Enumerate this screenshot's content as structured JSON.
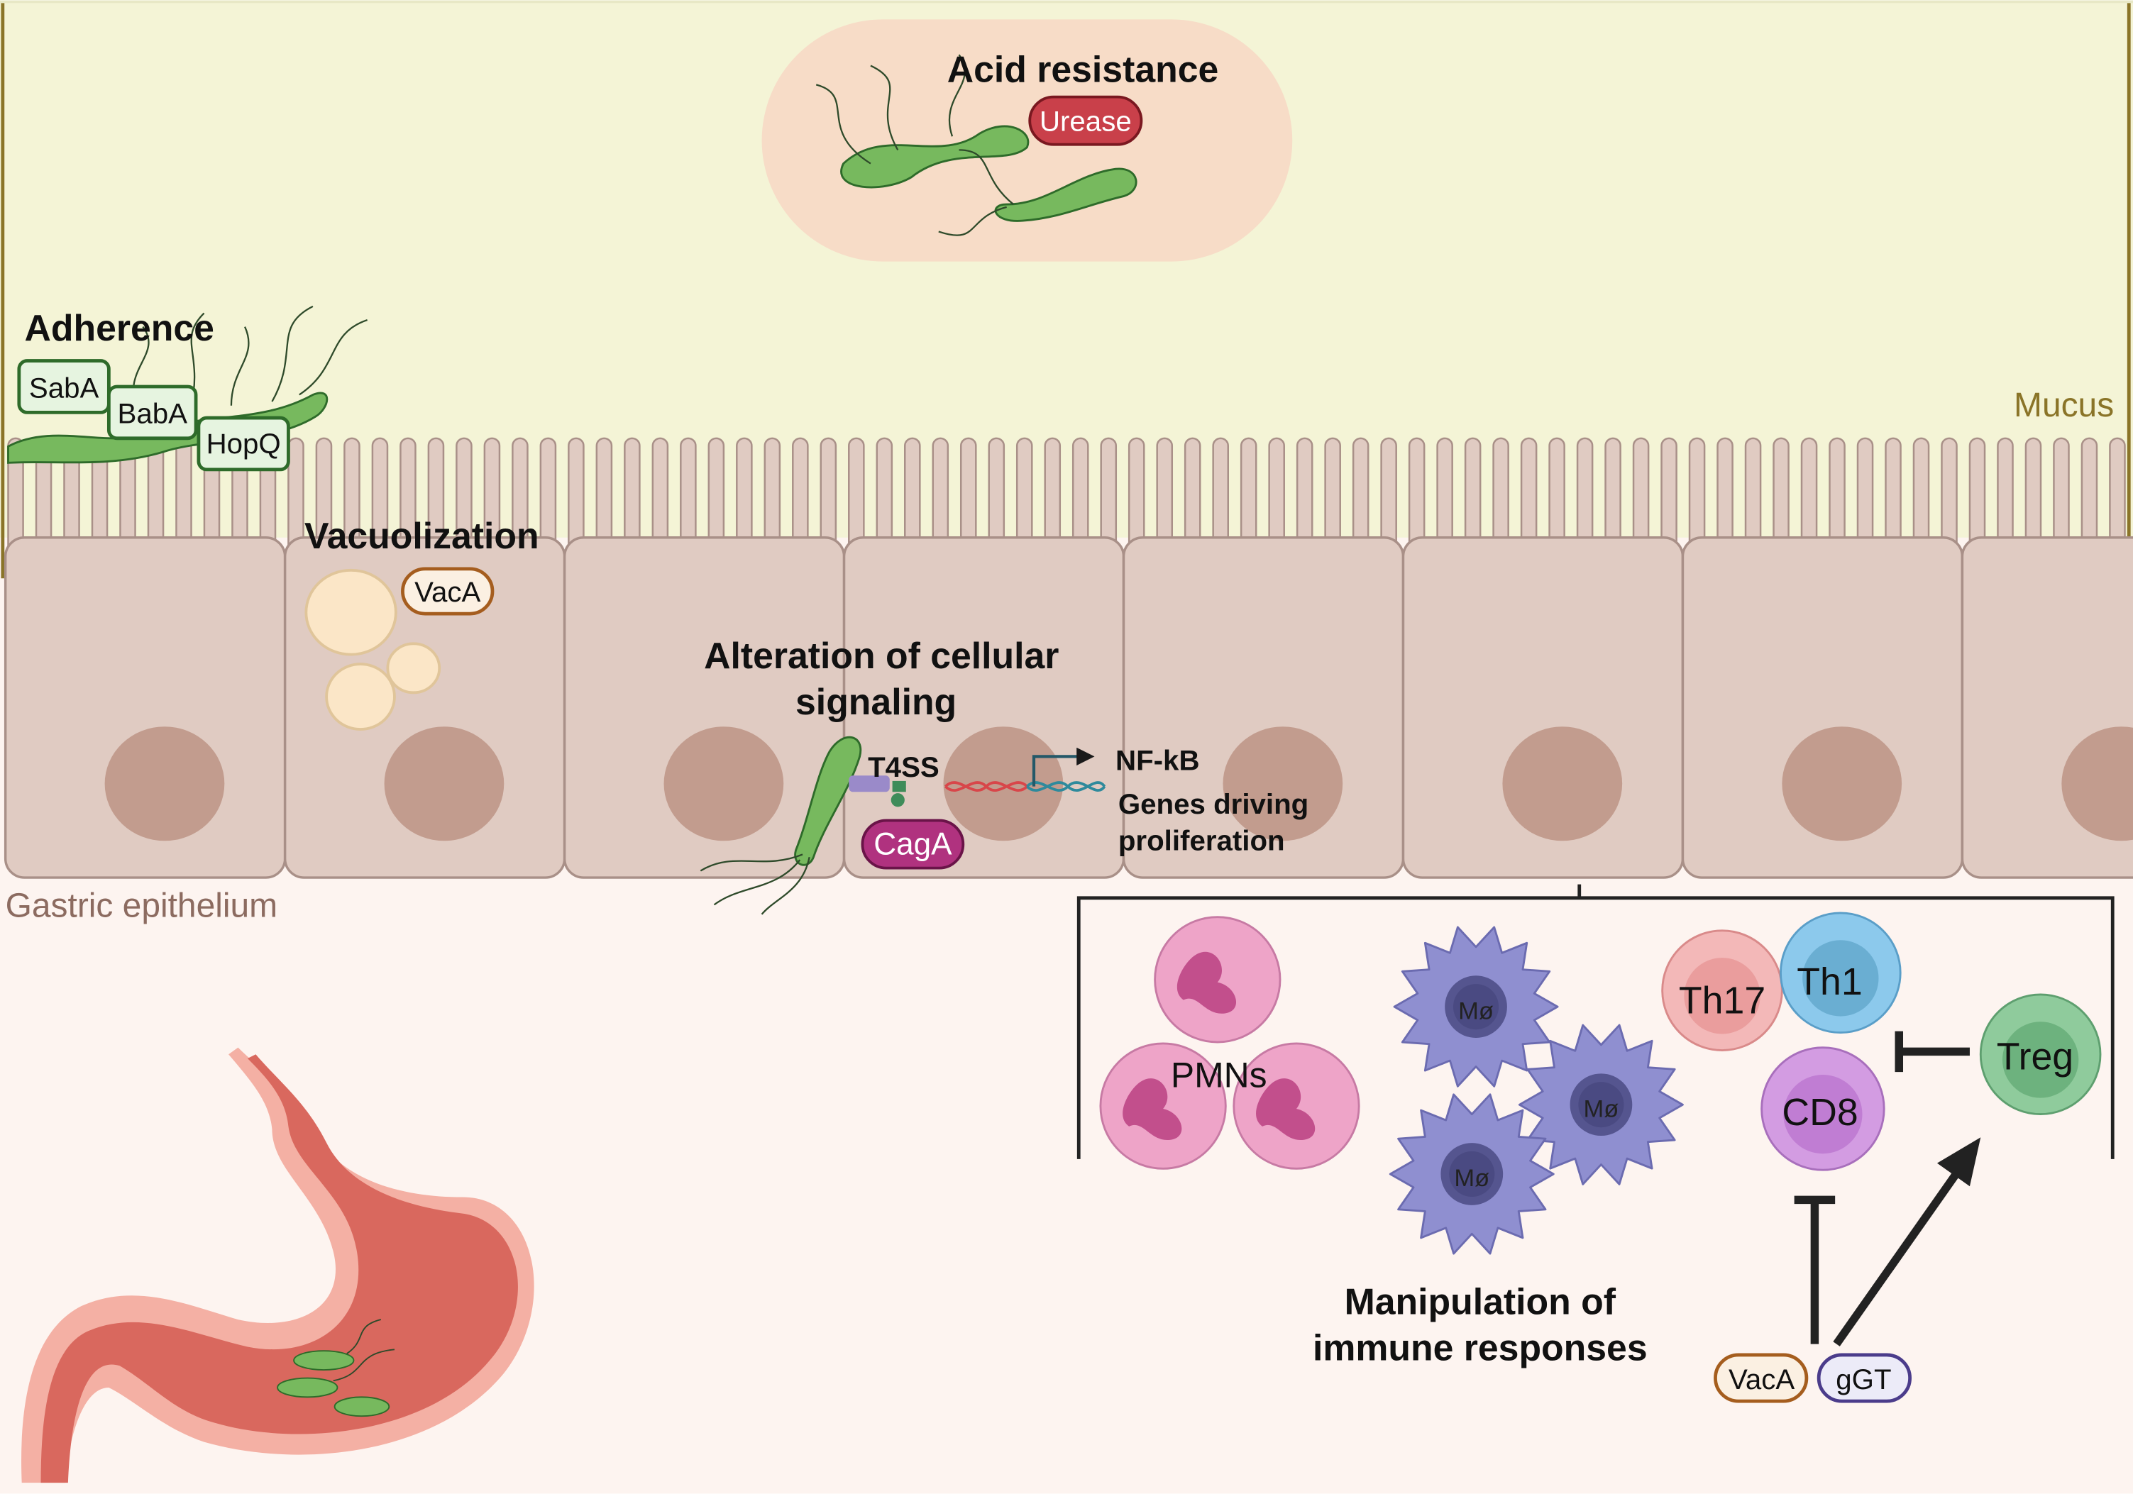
{
  "colors": {
    "mucus": "#f4f4d6",
    "mucus_line": "#8a7428",
    "epithelium": "#e0cbc2",
    "epithelium_stroke": "#a99088",
    "nucleus": "#c29c8e",
    "submucosa": "#fdf4f0",
    "bacteria": "#77b95e",
    "bacteria_dark": "#2e6b2a",
    "urease": "#c9404a",
    "cagA": "#b0327f",
    "vacA_border": "#a55d1e",
    "ggt_border": "#4b3c8b",
    "vacuole": "#fbe6c7",
    "pmn": "#eea4c8",
    "macrophage": "#8f8fd0",
    "th17": "#f3b8b8",
    "th1": "#8cc9ec",
    "cd8": "#d39ce2",
    "treg": "#8fcb9c",
    "stomach": "#d9685e"
  },
  "title_acid_resistance": "Acid resistance",
  "label_urease": "Urease",
  "label_adherence": "Adherence",
  "adhesins": [
    "SabA",
    "BabA",
    "HopQ"
  ],
  "label_vacuolization": "Vacuolization",
  "label_vacA_top": "VacA",
  "label_alteration_line1": "Alteration of cellular",
  "label_alteration_line2": "signaling",
  "label_t4ss": "T4SS",
  "label_cagA": "CagA",
  "label_nfkb": "NF-kB",
  "label_genes_line1": "Genes driving",
  "label_genes_line2": "proliferation",
  "label_mucus": "Mucus",
  "label_gastric_epithelium": "Gastric epithelium",
  "label_pmns": "PMNs",
  "label_macrophage": "Mø",
  "label_th17": "Th17",
  "label_th1": "Th1",
  "label_cd8": "CD8",
  "label_treg": "Treg",
  "label_manipulation_line1": "Manipulation of",
  "label_manipulation_line2": "immune responses",
  "label_vacA_bottom": "VacA",
  "label_ggt": "gGT"
}
